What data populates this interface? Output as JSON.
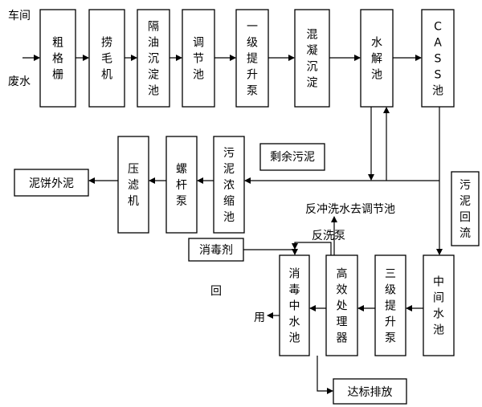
{
  "input_label": {
    "line1": "车间",
    "line2": "废水"
  },
  "boxes": {
    "coarse_screen": "粗格栅",
    "hair_catcher": "捞毛机",
    "oil_separation_tank": "隔油沉淀池",
    "adjustment_tank": "调节池",
    "primary_lift_pump": "一级提升泵",
    "coagulation_sedimentation": "混凝沉淀",
    "hydrolysis_tank": "水解池",
    "cass_tank": "CASS池",
    "intermediate_tank": "中间水池",
    "tertiary_lift_pump": "三级提升泵",
    "high_efficiency_processor": "高效处理器",
    "disinfection_reuse_tank": "消毒中水池",
    "sludge_thickening_tank": "污泥浓缩池",
    "screw_pump": "螺杆泵",
    "filter_press": "压滤机",
    "sludge_cake_output": "泥饼外泥",
    "sludge_return": "污泥回流",
    "disinfectant": "消毒剂",
    "discharge_standard": "达标排放"
  },
  "labels": {
    "excess_sludge": "剩余污泥",
    "backwash_to_adjustment": "反冲洗水去调节池",
    "backwash_pump": "反洗泵",
    "reuse_part1": "回",
    "reuse_part2": "用"
  }
}
